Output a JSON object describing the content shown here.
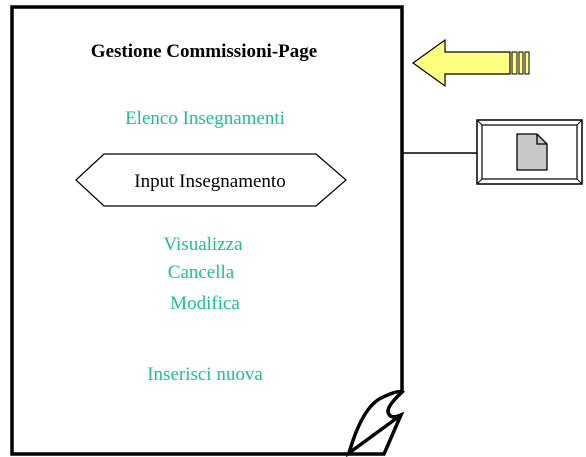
{
  "page": {
    "title": "Gestione Commissioni-Page",
    "list_link": "Elenco Insegnamenti",
    "input_field": "Input Insegnamento",
    "actions": {
      "view": "Visualizza",
      "delete": "Cancella",
      "edit": "Modifica",
      "insert_new": "Inserisci nuova"
    }
  },
  "colors": {
    "link": "#1FBF8F",
    "arrow_fill": "#FFFF80",
    "arrow_stroke": "#000000",
    "page_stroke": "#000000",
    "doc_icon_fill": "#C8C8C8"
  },
  "icons": {
    "arrow": "left-arrow-icon",
    "document": "document-icon"
  }
}
